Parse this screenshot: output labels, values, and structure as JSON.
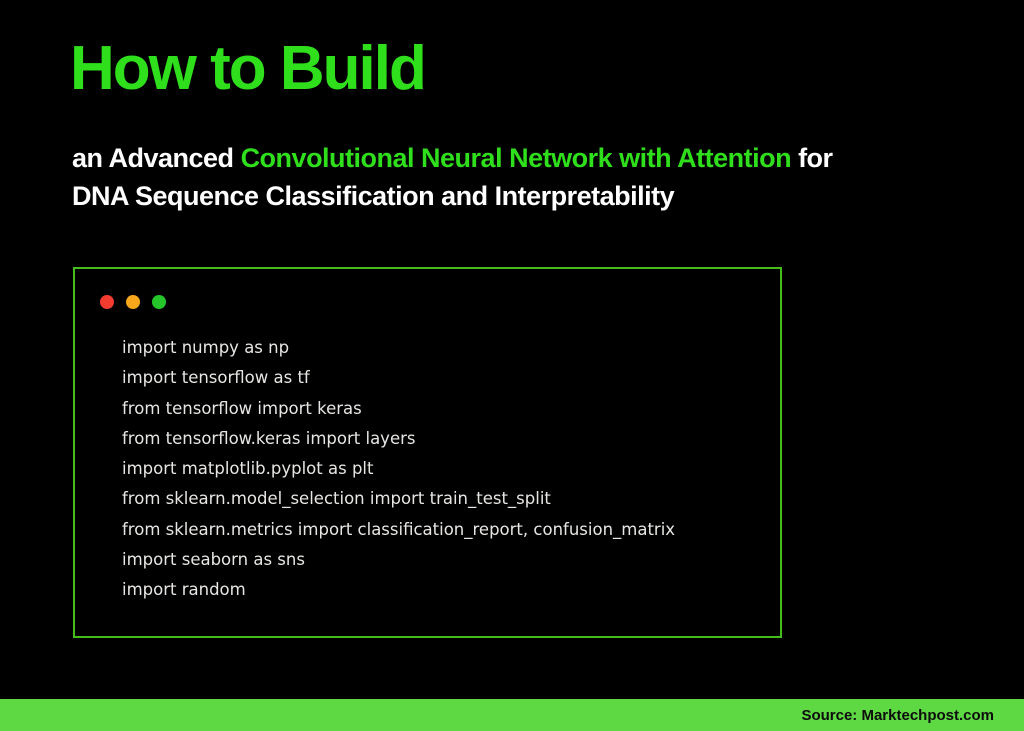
{
  "colors": {
    "background": "#000000",
    "title_green": "#2fdf1c",
    "highlight_green": "#2fdf1c",
    "window_border_green": "#44bd1b",
    "footer_green": "#5ed943",
    "code_text": "#e8e6e3",
    "dot_red": "#f43b30",
    "dot_yellow": "#f7a71b",
    "dot_green": "#25c62a"
  },
  "header": {
    "title": "How to Build",
    "subtitle": {
      "prefix": "an Advanced ",
      "highlight": "Convolutional Neural Network with Attention",
      "suffix": " for",
      "line2": "DNA Sequence Classification and Interpretability"
    }
  },
  "code_window": {
    "traffic_lights": [
      "close-red",
      "minimize-yellow",
      "maximize-green"
    ],
    "lines": [
      "import numpy as np",
      "import tensorflow as tf",
      "from tensorflow import keras",
      "from tensorflow.keras import layers",
      "import matplotlib.pyplot as plt",
      "from sklearn.model_selection import train_test_split",
      "from sklearn.metrics import classification_report, confusion_matrix",
      "import seaborn as sns",
      "import random"
    ]
  },
  "footer": {
    "source_label": "Source: Marktechpost.com"
  }
}
